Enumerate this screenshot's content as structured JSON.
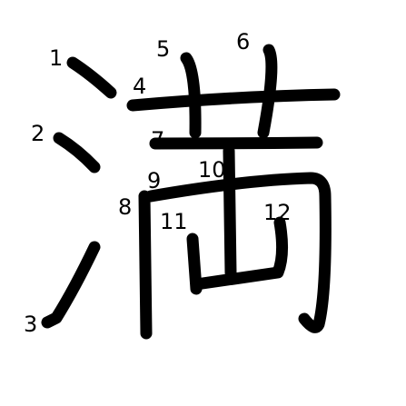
{
  "diagram": {
    "character": "満",
    "stroke_color": "#000000",
    "background_color": "#ffffff",
    "stroke_numbers": [
      "1",
      "2",
      "3",
      "4",
      "5",
      "6",
      "7",
      "8",
      "9",
      "10",
      "11",
      "12"
    ]
  }
}
